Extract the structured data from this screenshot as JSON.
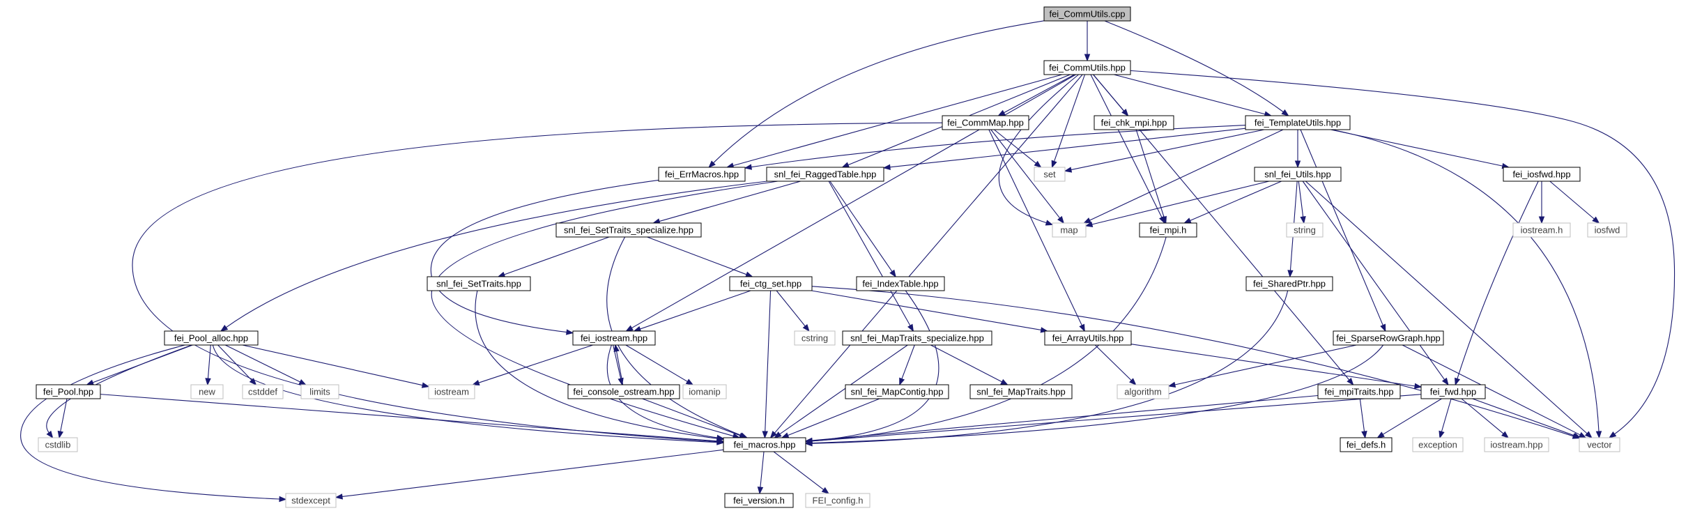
{
  "title": "fei_CommUtils.cpp",
  "colors": {
    "edge": "#191970",
    "node_fill": "#ffffff",
    "node_stroke_documented": "#000000",
    "node_stroke_external": "#bfbfbf",
    "root_fill": "#bfbfbf",
    "text_documented": "#000000",
    "text_external": "#404040"
  },
  "nodes": [
    {
      "id": "fei_commutils_cpp",
      "label": "fei_CommUtils.cpp",
      "kind": "root"
    },
    {
      "id": "fei_commutils_hpp",
      "label": "fei_CommUtils.hpp",
      "kind": "documented"
    },
    {
      "id": "fei_errmacros_hpp",
      "label": "fei_ErrMacros.hpp",
      "kind": "documented"
    },
    {
      "id": "fei_templateutils_hpp",
      "label": "fei_TemplateUtils.hpp",
      "kind": "documented"
    },
    {
      "id": "fei_commmap_hpp",
      "label": "fei_CommMap.hpp",
      "kind": "documented"
    },
    {
      "id": "fei_chk_mpi_hpp",
      "label": "fei_chk_mpi.hpp",
      "kind": "documented"
    },
    {
      "id": "set",
      "label": "set",
      "kind": "external"
    },
    {
      "id": "snl_fei_raggedtable_hpp",
      "label": "snl_fei_RaggedTable.hpp",
      "kind": "documented"
    },
    {
      "id": "snl_fei_utils_hpp",
      "label": "snl_fei_Utils.hpp",
      "kind": "documented"
    },
    {
      "id": "fei_iosfwd_hpp",
      "label": "fei_iosfwd.hpp",
      "kind": "documented"
    },
    {
      "id": "map",
      "label": "map",
      "kind": "external"
    },
    {
      "id": "fei_mpi_h",
      "label": "fei_mpi.h",
      "kind": "documented"
    },
    {
      "id": "string",
      "label": "string",
      "kind": "external"
    },
    {
      "id": "iostream_h",
      "label": "iostream.h",
      "kind": "external"
    },
    {
      "id": "iosfwd",
      "label": "iosfwd",
      "kind": "external"
    },
    {
      "id": "snl_fei_settraits_specialize_hpp",
      "label": "snl_fei_SetTraits_specialize.hpp",
      "kind": "documented"
    },
    {
      "id": "snl_fei_settraits_hpp",
      "label": "snl_fei_SetTraits.hpp",
      "kind": "documented"
    },
    {
      "id": "fei_ctg_set_hpp",
      "label": "fei_ctg_set.hpp",
      "kind": "documented"
    },
    {
      "id": "fei_indextable_hpp",
      "label": "fei_IndexTable.hpp",
      "kind": "documented"
    },
    {
      "id": "fei_sharedptr_hpp",
      "label": "fei_SharedPtr.hpp",
      "kind": "documented"
    },
    {
      "id": "fei_pool_alloc_hpp",
      "label": "fei_Pool_alloc.hpp",
      "kind": "documented"
    },
    {
      "id": "fei_iostream_hpp",
      "label": "fei_iostream.hpp",
      "kind": "documented"
    },
    {
      "id": "cstring",
      "label": "cstring",
      "kind": "external"
    },
    {
      "id": "snl_fei_maptraits_specialize_hpp",
      "label": "snl_fei_MapTraits_specialize.hpp",
      "kind": "documented"
    },
    {
      "id": "fei_arrayutils_hpp",
      "label": "fei_ArrayUtils.hpp",
      "kind": "documented"
    },
    {
      "id": "fei_sparserowgraph_hpp",
      "label": "fei_SparseRowGraph.hpp",
      "kind": "documented"
    },
    {
      "id": "fei_pool_hpp",
      "label": "fei_Pool.hpp",
      "kind": "documented"
    },
    {
      "id": "new",
      "label": "new",
      "kind": "external"
    },
    {
      "id": "cstddef",
      "label": "cstddef",
      "kind": "external"
    },
    {
      "id": "limits",
      "label": "limits",
      "kind": "external"
    },
    {
      "id": "iostream",
      "label": "iostream",
      "kind": "external"
    },
    {
      "id": "fei_console_ostream_hpp",
      "label": "fei_console_ostream.hpp",
      "kind": "documented"
    },
    {
      "id": "iomanip",
      "label": "iomanip",
      "kind": "external"
    },
    {
      "id": "snl_fei_mapcontig_hpp",
      "label": "snl_fei_MapContig.hpp",
      "kind": "documented"
    },
    {
      "id": "snl_fei_maptraits_hpp",
      "label": "snl_fei_MapTraits.hpp",
      "kind": "documented"
    },
    {
      "id": "algorithm",
      "label": "algorithm",
      "kind": "external"
    },
    {
      "id": "fei_mpitraits_hpp",
      "label": "fei_mpiTraits.hpp",
      "kind": "documented"
    },
    {
      "id": "fei_fwd_hpp",
      "label": "fei_fwd.hpp",
      "kind": "documented"
    },
    {
      "id": "cstdlib",
      "label": "cstdlib",
      "kind": "external"
    },
    {
      "id": "fei_macros_hpp",
      "label": "fei_macros.hpp",
      "kind": "documented"
    },
    {
      "id": "fei_defs_h",
      "label": "fei_defs.h",
      "kind": "documented"
    },
    {
      "id": "exception",
      "label": "exception",
      "kind": "external"
    },
    {
      "id": "iostream_hpp",
      "label": "iostream.hpp",
      "kind": "external"
    },
    {
      "id": "vector",
      "label": "vector",
      "kind": "external"
    },
    {
      "id": "stdexcept",
      "label": "stdexcept",
      "kind": "external"
    },
    {
      "id": "fei_version_h",
      "label": "fei_version.h",
      "kind": "documented"
    },
    {
      "id": "fei_config_h",
      "label": "FEI_config.h",
      "kind": "external"
    }
  ],
  "edges": [
    [
      "fei_commutils_cpp",
      "fei_commutils_hpp"
    ],
    [
      "fei_commutils_cpp",
      "fei_errmacros_hpp"
    ],
    [
      "fei_commutils_cpp",
      "fei_templateutils_hpp"
    ],
    [
      "fei_commutils_hpp",
      "fei_errmacros_hpp"
    ],
    [
      "fei_commutils_hpp",
      "fei_templateutils_hpp"
    ],
    [
      "fei_commutils_hpp",
      "fei_commmap_hpp"
    ],
    [
      "fei_commutils_hpp",
      "fei_chk_mpi_hpp"
    ],
    [
      "fei_commutils_hpp",
      "set"
    ],
    [
      "fei_commutils_hpp",
      "snl_fei_raggedtable_hpp"
    ],
    [
      "fei_commutils_hpp",
      "map"
    ],
    [
      "fei_commutils_hpp",
      "fei_mpi_h"
    ],
    [
      "fei_commutils_hpp",
      "fei_iostream_hpp"
    ],
    [
      "fei_commutils_hpp",
      "fei_mpitraits_hpp"
    ],
    [
      "fei_commutils_hpp",
      "fei_macros_hpp"
    ],
    [
      "fei_commutils_hpp",
      "vector"
    ],
    [
      "fei_commmap_hpp",
      "set"
    ],
    [
      "fei_commmap_hpp",
      "map"
    ],
    [
      "fei_commmap_hpp",
      "fei_arrayutils_hpp"
    ],
    [
      "fei_commmap_hpp",
      "fei_macros_hpp"
    ],
    [
      "fei_chk_mpi_hpp",
      "fei_mpi_h"
    ],
    [
      "fei_templateutils_hpp",
      "fei_errmacros_hpp"
    ],
    [
      "fei_templateutils_hpp",
      "snl_fei_raggedtable_hpp"
    ],
    [
      "fei_templateutils_hpp",
      "set"
    ],
    [
      "fei_templateutils_hpp",
      "map"
    ],
    [
      "fei_templateutils_hpp",
      "snl_fei_utils_hpp"
    ],
    [
      "fei_templateutils_hpp",
      "fei_iosfwd_hpp"
    ],
    [
      "fei_templateutils_hpp",
      "fei_sparserowgraph_hpp"
    ],
    [
      "fei_templateutils_hpp",
      "vector"
    ],
    [
      "fei_errmacros_hpp",
      "fei_iostream_hpp"
    ],
    [
      "snl_fei_raggedtable_hpp",
      "snl_fei_settraits_specialize_hpp"
    ],
    [
      "snl_fei_raggedtable_hpp",
      "fei_indextable_hpp"
    ],
    [
      "snl_fei_raggedtable_hpp",
      "fei_pool_alloc_hpp"
    ],
    [
      "snl_fei_raggedtable_hpp",
      "snl_fei_maptraits_specialize_hpp"
    ],
    [
      "snl_fei_raggedtable_hpp",
      "fei_macros_hpp"
    ],
    [
      "snl_fei_utils_hpp",
      "map"
    ],
    [
      "snl_fei_utils_hpp",
      "fei_mpi_h"
    ],
    [
      "snl_fei_utils_hpp",
      "string"
    ],
    [
      "snl_fei_utils_hpp",
      "fei_sharedptr_hpp"
    ],
    [
      "snl_fei_utils_hpp",
      "fei_fwd_hpp"
    ],
    [
      "snl_fei_utils_hpp",
      "vector"
    ],
    [
      "fei_iosfwd_hpp",
      "iostream_h"
    ],
    [
      "fei_iosfwd_hpp",
      "iosfwd"
    ],
    [
      "fei_iosfwd_hpp",
      "fei_fwd_hpp"
    ],
    [
      "fei_mpi_h",
      "fei_macros_hpp"
    ],
    [
      "snl_fei_settraits_specialize_hpp",
      "snl_fei_settraits_hpp"
    ],
    [
      "snl_fei_settraits_specialize_hpp",
      "fei_ctg_set_hpp"
    ],
    [
      "snl_fei_settraits_specialize_hpp",
      "fei_macros_hpp"
    ],
    [
      "snl_fei_settraits_hpp",
      "fei_macros_hpp"
    ],
    [
      "fei_ctg_set_hpp",
      "fei_iostream_hpp"
    ],
    [
      "fei_ctg_set_hpp",
      "cstring"
    ],
    [
      "fei_ctg_set_hpp",
      "fei_arrayutils_hpp"
    ],
    [
      "fei_ctg_set_hpp",
      "fei_macros_hpp"
    ],
    [
      "fei_ctg_set_hpp",
      "vector"
    ],
    [
      "fei_indextable_hpp",
      "fei_macros_hpp"
    ],
    [
      "fei_sharedptr_hpp",
      "fei_macros_hpp"
    ],
    [
      "fei_pool_alloc_hpp",
      "fei_pool_hpp"
    ],
    [
      "fei_pool_alloc_hpp",
      "new"
    ],
    [
      "fei_pool_alloc_hpp",
      "cstddef"
    ],
    [
      "fei_pool_alloc_hpp",
      "limits"
    ],
    [
      "fei_pool_alloc_hpp",
      "iostream"
    ],
    [
      "fei_pool_alloc_hpp",
      "cstdlib"
    ],
    [
      "fei_pool_alloc_hpp",
      "stdexcept"
    ],
    [
      "fei_pool_alloc_hpp",
      "fei_macros_hpp"
    ],
    [
      "fei_pool_hpp",
      "cstdlib"
    ],
    [
      "fei_pool_hpp",
      "fei_macros_hpp"
    ],
    [
      "fei_iostream_hpp",
      "iostream"
    ],
    [
      "fei_iostream_hpp",
      "fei_console_ostream_hpp"
    ],
    [
      "fei_iostream_hpp",
      "iomanip"
    ],
    [
      "fei_iostream_hpp",
      "fei_macros_hpp"
    ],
    [
      "fei_console_ostream_hpp",
      "fei_iostream_hpp"
    ],
    [
      "fei_console_ostream_hpp",
      "fei_macros_hpp"
    ],
    [
      "snl_fei_maptraits_specialize_hpp",
      "snl_fei_mapcontig_hpp"
    ],
    [
      "snl_fei_maptraits_specialize_hpp",
      "snl_fei_maptraits_hpp"
    ],
    [
      "snl_fei_maptraits_specialize_hpp",
      "fei_macros_hpp"
    ],
    [
      "snl_fei_mapcontig_hpp",
      "fei_macros_hpp"
    ],
    [
      "fei_arrayutils_hpp",
      "algorithm"
    ],
    [
      "fei_arrayutils_hpp",
      "fei_fwd_hpp"
    ],
    [
      "fei_sparserowgraph_hpp",
      "algorithm"
    ],
    [
      "fei_sparserowgraph_hpp",
      "fei_macros_hpp"
    ],
    [
      "fei_sparserowgraph_hpp",
      "vector"
    ],
    [
      "fei_mpitraits_hpp",
      "fei_defs_h"
    ],
    [
      "fei_mpitraits_hpp",
      "fei_macros_hpp"
    ],
    [
      "fei_fwd_hpp",
      "fei_macros_hpp"
    ],
    [
      "fei_fwd_hpp",
      "fei_defs_h"
    ],
    [
      "fei_fwd_hpp",
      "exception"
    ],
    [
      "fei_fwd_hpp",
      "iostream_hpp"
    ],
    [
      "fei_fwd_hpp",
      "vector"
    ],
    [
      "fei_macros_hpp",
      "fei_version_h"
    ],
    [
      "fei_macros_hpp",
      "fei_config_h"
    ],
    [
      "fei_macros_hpp",
      "stdexcept"
    ]
  ]
}
